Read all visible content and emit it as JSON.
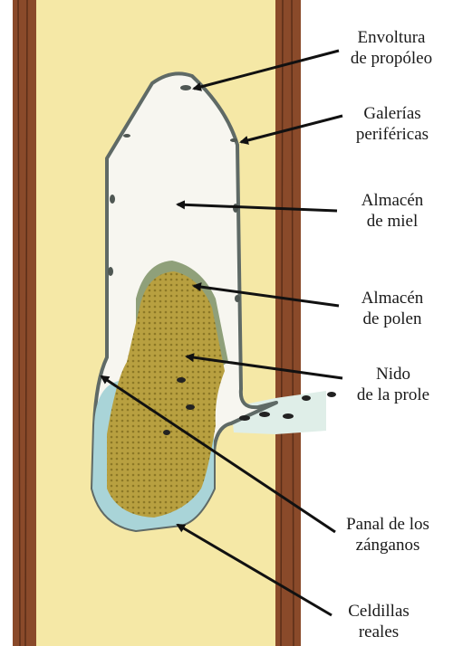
{
  "labels": {
    "envoltura": {
      "line1": "Envoltura",
      "line2": "de propóleo"
    },
    "galerias": {
      "line1": "Galerías",
      "line2": "periféricas"
    },
    "miel": {
      "line1": "Almacén",
      "line2": "de miel"
    },
    "polen": {
      "line1": "Almacén",
      "line2": "de polen"
    },
    "nido": {
      "line1": "Nido",
      "line2": "de la prole"
    },
    "zanganos": {
      "line1": "Panal de los",
      "line2": "zánganos"
    },
    "celdillas": {
      "line1": "Celdillas",
      "line2": "reales"
    }
  },
  "colors": {
    "cavity_fill": "#f5e8a6",
    "wood": "#8a4a2a",
    "honey_store": "#f7f6f0",
    "pollen_band": "#8fa07a",
    "brood": "#b8a040",
    "royal_cells": "#a9d4d8",
    "propolis_edge": "#5f6a66",
    "arrow": "#111111"
  }
}
